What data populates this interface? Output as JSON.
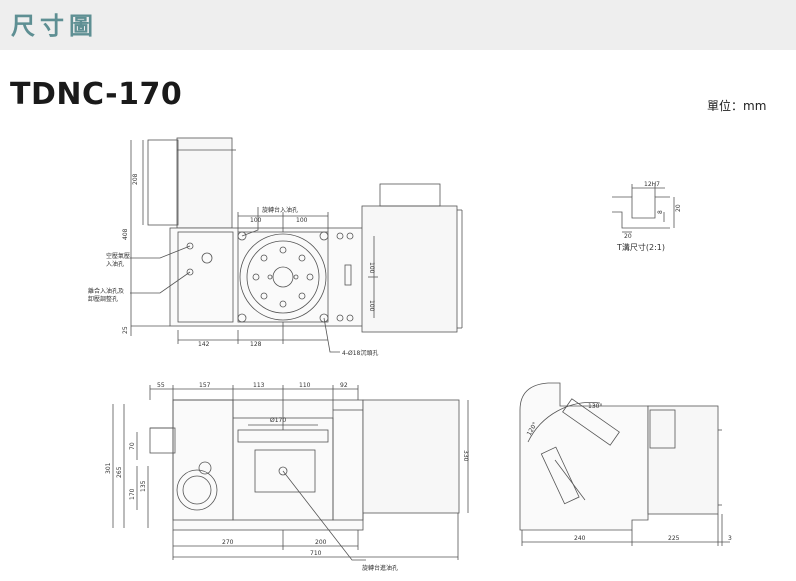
{
  "header": {
    "title": "尺寸圖"
  },
  "model": {
    "name": "TDNC-170"
  },
  "unit_label": "單位：mm",
  "colors": {
    "header_bg": "#eeeeee",
    "header_text": "#5e8f93",
    "line": "#555555"
  },
  "top_view": {
    "dims": {
      "d208": "208",
      "d408": "408",
      "d25": "25",
      "d142": "142",
      "d128": "128",
      "d100a": "100",
      "d100b": "100",
      "d100c": "100",
      "d100d": "100"
    },
    "callouts": {
      "oil_inlet": "旋轉台入油孔",
      "air_inlet_1": "空壓氣壓",
      "air_inlet_2": "入油孔",
      "lub_1": "離合入油孔及",
      "lub_2": "卸壓調整孔",
      "bolt_holes": "4-Ø18沉頭孔"
    }
  },
  "front_view": {
    "dims": {
      "d55": "55",
      "d157": "157",
      "d113": "113",
      "d110": "110",
      "d92": "92",
      "d170dia": "Ø170",
      "d70": "70",
      "d301": "301",
      "d265": "265",
      "d135": "135",
      "d170": "170",
      "d330": "330",
      "d270": "270",
      "d200": "200",
      "d710": "710"
    },
    "callouts": {
      "oil_outlet": "旋轉台進油孔"
    }
  },
  "side_view": {
    "dims": {
      "a130": "130°",
      "a120": "120°",
      "d240": "240",
      "d225": "225",
      "d3": "3"
    }
  },
  "tslot": {
    "dims": {
      "d12h7": "12H7",
      "d8": "8",
      "d20v": "20",
      "d20h": "20"
    },
    "caption": "T溝尺寸(2:1)"
  }
}
